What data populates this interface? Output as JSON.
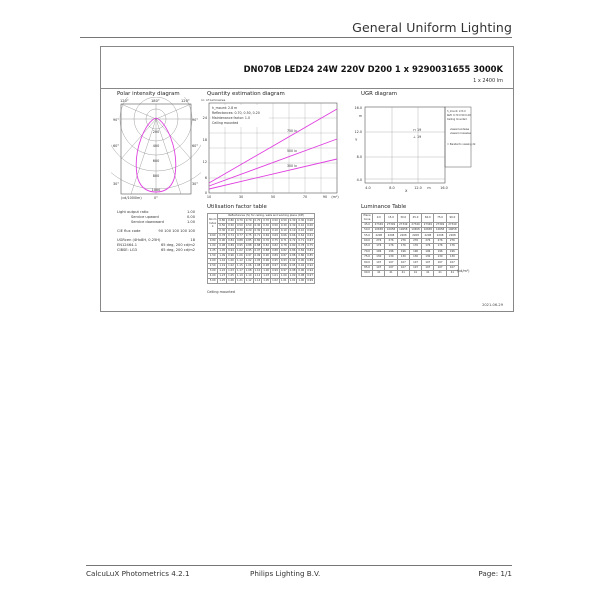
{
  "header": {
    "title": "General Uniform Lighting"
  },
  "product": {
    "title": "DN070B LED24 24W 220V D200 1 x 9290031655 3000K",
    "lumen": "1 x 2400 lm"
  },
  "polar": {
    "title": "Polar intensity diagram",
    "angles_top": [
      "120°",
      "180°",
      "120°"
    ],
    "angles_left": [
      "90°",
      "60°",
      "30°"
    ],
    "angles_right": [
      "90°",
      "60°",
      "30°"
    ],
    "radial_labels": [
      "200",
      "400",
      "600",
      "800",
      "1000"
    ],
    "unit": "(cd/1000lm)",
    "bottom_angle": "0°",
    "curve_color": "#e040e0"
  },
  "quantity": {
    "title": "Quantity estimation diagram",
    "ylabel": "nr. of luminaires",
    "info": [
      "h_mount: 2.8 m",
      "Reflectances: 0.70, 0.50, 0.20",
      "Maintenance factor: 1.0",
      "Ceiling mounted"
    ],
    "x_ticks": [
      "10",
      "30",
      "50",
      "70",
      "90",
      "(m²)"
    ],
    "y_ticks": [
      "24",
      "18",
      "12",
      "6",
      "0"
    ],
    "curves": [
      "750 lx",
      "500 lx",
      "300 lx"
    ]
  },
  "ugr": {
    "title": "UGR diagram",
    "y_ticks": [
      "16.0",
      "12.0",
      "8.0",
      "4.0"
    ],
    "x_ticks": [
      "4.0",
      "8.0",
      "12.0",
      "m",
      "16.0"
    ],
    "y_unit": "m",
    "axis_x": "X",
    "axis_y": "Y",
    "value_parallel": "19",
    "value_perp": "19",
    "legend": [
      "h_mount: 2.8 m",
      "Refl: 0.70 0.50 0.20",
      "Ceiling mounted",
      "viewed endwise",
      "viewed crosswise",
      "= Parallel to viewing dir."
    ]
  },
  "info": {
    "light_output_ratio_label": "Light output ratio",
    "light_output_ratio": "1.00",
    "service_upward_label": "Service upward",
    "service_upward": "0.00",
    "service_downward_label": "Service downward",
    "service_downward": "1.00",
    "cie_label": "CIE flux code",
    "cie": "90 100 100 100 100",
    "ugr_label": "UGRcen (4Hx8H, 0.25H)",
    "ugr": "18",
    "en_label": "EN12464-1",
    "en": "65 deg, 200 cd/m2",
    "cibse_label": "CIBSE: LG3",
    "cibse": "65 deg, 200 cd/m2"
  },
  "utilisation": {
    "title": "Utilisation factor table",
    "header": "Reflectances (%) for ceiling, walls and working plane (CIE)",
    "room_index_label": [
      "Room",
      "Index",
      "k"
    ],
    "refl_rows": [
      [
        "0.80",
        "0.80",
        "0.70",
        "0.70",
        "0.70",
        "0.70",
        "0.50",
        "0.50",
        "0.30",
        "0.30",
        "0.00"
      ],
      [
        "0.50",
        "0.50",
        "0.50",
        "0.50",
        "0.30",
        "0.30",
        "0.50",
        "0.30",
        "0.30",
        "0.10",
        "0.00"
      ],
      [
        "0.30",
        "0.10",
        "0.30",
        "0.20",
        "0.30",
        "0.10",
        "0.10",
        "0.10",
        "0.10",
        "0.10",
        "0.00"
      ]
    ],
    "k": [
      "0.60",
      "0.80",
      "1.00",
      "1.25",
      "1.50",
      "2.00",
      "2.50",
      "3.00",
      "4.00",
      "5.00"
    ],
    "rows": [
      [
        "0.78",
        "0.74",
        "0.77",
        "0.75",
        "0.71",
        "0.69",
        "0.69",
        "0.66",
        "0.66",
        "0.64",
        "0.61"
      ],
      [
        "0.90",
        "0.84",
        "0.88",
        "0.85",
        "0.80",
        "0.76",
        "0.75",
        "0.71",
        "0.72",
        "0.71",
        "0.67"
      ],
      [
        "0.98",
        "0.89",
        "0.95",
        "0.88",
        "0.88",
        "0.82",
        "0.82",
        "0.78",
        "0.80",
        "0.78",
        "0.75"
      ],
      [
        "1.05",
        "0.94",
        "1.02",
        "0.95",
        "0.97",
        "0.88",
        "0.88",
        "0.82",
        "0.86",
        "0.84",
        "0.81"
      ],
      [
        "1.09",
        "0.96",
        "1.06",
        "0.97",
        "0.99",
        "0.90",
        "0.89",
        "0.87",
        "0.88",
        "0.86",
        "0.85"
      ],
      [
        "1.16",
        "1.00",
        "1.12",
        "1.02",
        "1.05",
        "0.96",
        "0.95",
        "0.93",
        "0.92",
        "0.90",
        "0.89"
      ],
      [
        "1.19",
        "1.02",
        "1.15",
        "1.06",
        "1.08",
        "0.98",
        "0.97",
        "0.96",
        "0.95",
        "0.94",
        "0.92"
      ],
      [
        "1.22",
        "1.03",
        "1.17",
        "1.08",
        "1.10",
        "1.00",
        "0.99",
        "0.97",
        "0.98",
        "0.96",
        "0.94"
      ],
      [
        "1.23",
        "1.05",
        "1.19",
        "1.10",
        "1.12",
        "1.03",
        "1.01",
        "1.00",
        "1.00",
        "0.98",
        "0.97"
      ],
      [
        "1.25",
        "1.06",
        "1.21",
        "1.12",
        "1.14",
        "1.05",
        "1.02",
        "1.01",
        "1.01",
        "1.00",
        "0.99"
      ]
    ],
    "note": "Ceiling mounted"
  },
  "luminance": {
    "title": "Luminance Table",
    "header": [
      "Plane\nCone",
      "0.0",
      "15.0",
      "30.0",
      "45.0",
      "60.0",
      "75.0",
      "90.0"
    ],
    "rows": [
      [
        "45.0",
        "27349",
        "27349",
        "27349",
        "27349",
        "27349",
        "27349",
        "27349"
      ],
      [
        "50.0",
        "10658",
        "10658",
        "10658",
        "10658",
        "10658",
        "10658",
        "10658"
      ],
      [
        "55.0",
        "2208",
        "2208",
        "2208",
        "2208",
        "2208",
        "2208",
        "2208"
      ],
      [
        "60.0",
        "276",
        "276",
        "276",
        "276",
        "276",
        "276",
        "276"
      ],
      [
        "65.0",
        "176",
        "176",
        "176",
        "176",
        "176",
        "176",
        "176"
      ],
      [
        "70.0",
        "196",
        "196",
        "196",
        "196",
        "196",
        "196",
        "196"
      ],
      [
        "75.0",
        "130",
        "130",
        "130",
        "130",
        "130",
        "130",
        "130"
      ],
      [
        "80.0",
        "107",
        "107",
        "107",
        "107",
        "107",
        "107",
        "107"
      ],
      [
        "85.0",
        "107",
        "107",
        "107",
        "107",
        "107",
        "107",
        "107"
      ],
      [
        "90.0",
        "41",
        "41",
        "41",
        "41",
        "41",
        "41",
        "41"
      ]
    ],
    "unit": "(cd/m²)"
  },
  "date": "2021-06-29",
  "footer": {
    "left": "CalcuLuX Photometrics 4.2.1",
    "center": "Philips Lighting B.V.",
    "right": "Page: 1/1"
  }
}
